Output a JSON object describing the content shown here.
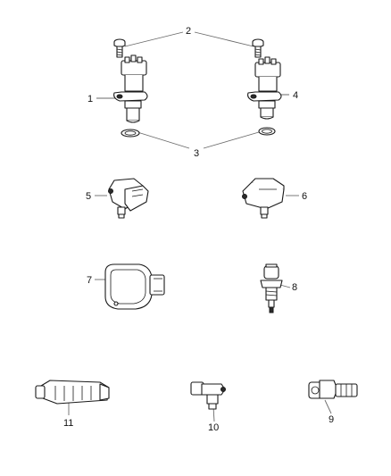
{
  "callouts": {
    "c1": "1",
    "c2": "2",
    "c3": "3",
    "c4": "4",
    "c5": "5",
    "c6": "6",
    "c7": "7",
    "c8": "8",
    "c9": "9",
    "c10": "10",
    "c11": "11"
  },
  "colors": {
    "line": "#1a1a1a",
    "leader": "#6a6a6a",
    "background": "#ffffff"
  }
}
